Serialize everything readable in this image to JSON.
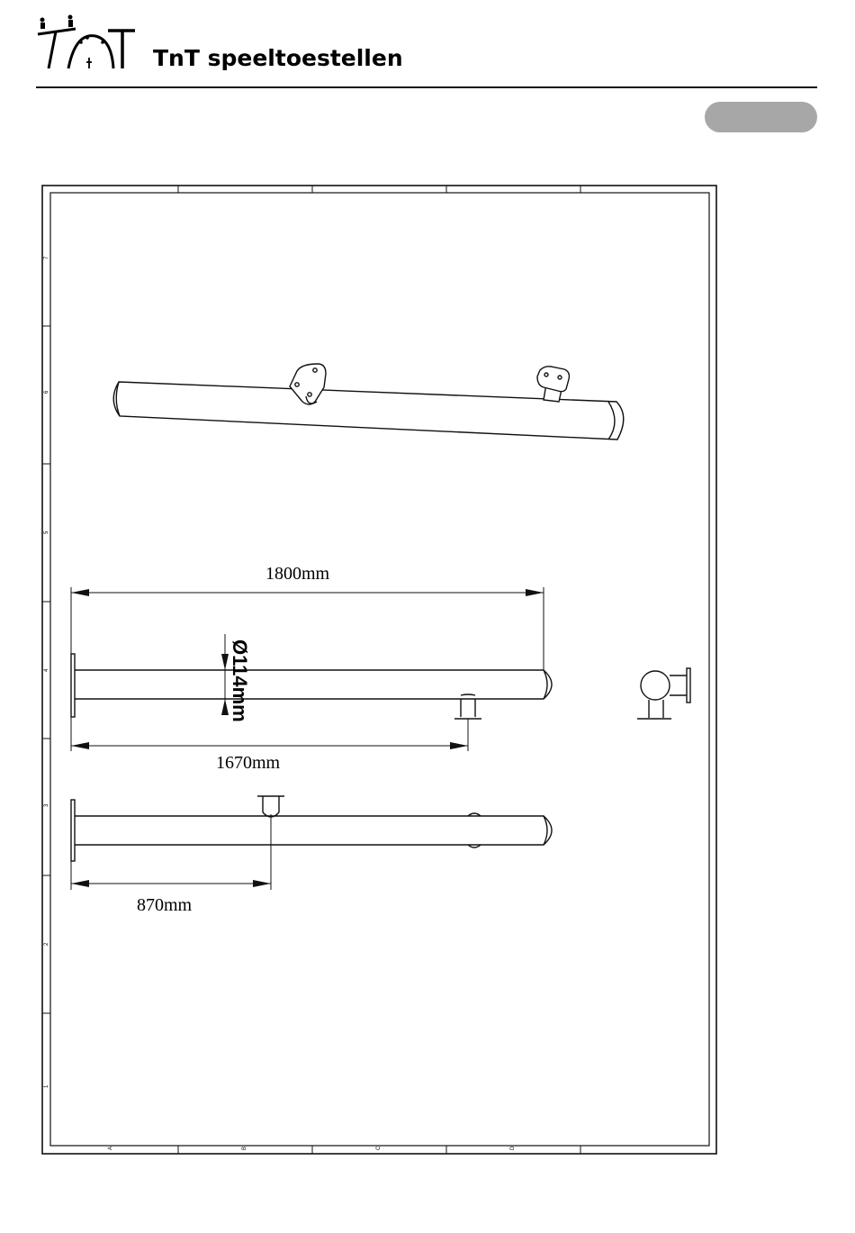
{
  "header": {
    "brand": "TnT speeltoestellen"
  },
  "drawing": {
    "dim_overall": "1800mm",
    "dim_diameter": "Ø114mm",
    "dim_post": "1670mm",
    "dim_mount": "870mm",
    "column_markers": [
      "A",
      "B",
      "C",
      "D"
    ],
    "row_markers": [
      "1",
      "2",
      "3",
      "4",
      "5",
      "6",
      "7"
    ]
  }
}
